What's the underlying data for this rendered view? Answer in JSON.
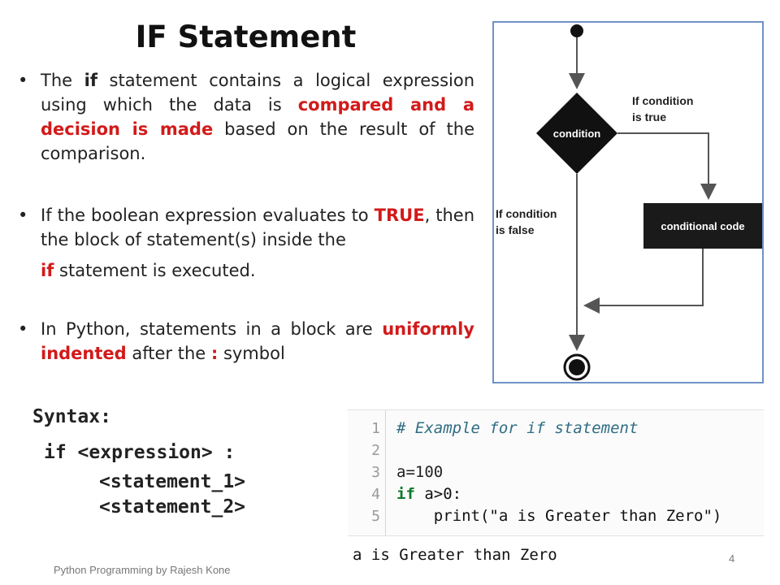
{
  "title": "IF Statement",
  "bullets": {
    "b1_part1": "The ",
    "b1_if": "if",
    "b1_part2": " statement contains a logical expression using which the data is ",
    "b1_red": "compared and a decision is made",
    "b1_part3": " based on the result of the comparison.",
    "b2_part1": "If the boolean expression evaluates to ",
    "b2_red": "TRUE",
    "b2_part2": ", then the block of statement(s) inside the",
    "b2_cont_if": "if",
    "b2_cont_rest": " statement is executed.",
    "b3_part1": "In Python, statements in a block are ",
    "b3_red": "uniformly indented",
    "b3_part2": " after the ",
    "b3_colon": ":",
    "b3_part3": " symbol",
    "bullet_char": "•"
  },
  "flowchart": {
    "condition_label": "condition",
    "true_label_1": "If condition",
    "true_label_2": "is true",
    "false_label_1": "If condition",
    "false_label_2": "is false",
    "code_label": "conditional code",
    "colors": {
      "node": "#111111",
      "line": "#555555",
      "border": "#6f92c7"
    }
  },
  "syntax": {
    "label": "Syntax:",
    "line1": "if <expression> :",
    "line2": "<statement_1>",
    "line3": "<statement_2>"
  },
  "code": {
    "line_numbers": [
      "1",
      "2",
      "3",
      "4",
      "5"
    ],
    "line1": "# Example for if statement",
    "line2": "",
    "line3": "a=100",
    "line4_kw": "if",
    "line4_rest": " a>0:",
    "line5": "    print(\"a is Greater than Zero\")",
    "output": "a is Greater than Zero"
  },
  "footer": {
    "text": "Python Programming by Rajesh Kone",
    "page": "4"
  }
}
